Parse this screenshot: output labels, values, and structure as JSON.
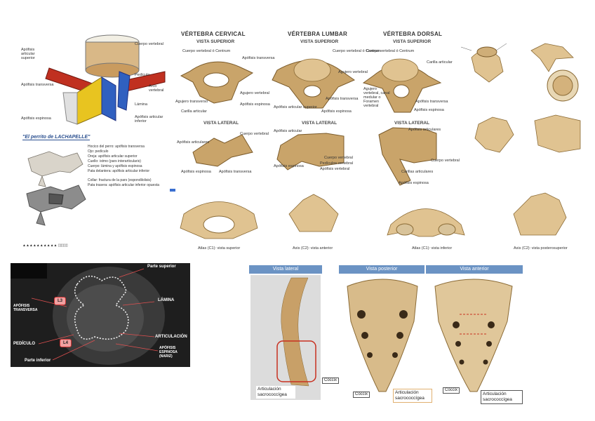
{
  "panel_vertebra": {
    "labels": [
      "Cuerpo vertebral",
      "Apófisis articular superior",
      "Pedículo",
      "Apófisis transversa",
      "Arco vertebral",
      "Lámina",
      "Apófisis espinosa",
      "Apófisis articular inferior"
    ]
  },
  "lachapelle": {
    "title": "\"El perrito de LACHAPELLE\"",
    "notes": [
      "Hocico del perro: apófisis transversa",
      "Ojo: pedículo",
      "Oreja: apófisis articular superior",
      "Cuello: istmo (pars interarticularis)",
      "Cuerpo: lámina y apófisis espinosa",
      "Pata delantera: apófisis articular inferior",
      "Collar: fractura de la pars (espondilolisis)",
      "Pata trasera: apófisis articular inferior opuesta"
    ],
    "footer": "▲▲▲▲▲▲▲▲▲▲ ▯▯▯▯▯"
  },
  "vertebra_types": {
    "columns": [
      {
        "title": "VÉRTEBRA CERVICAL",
        "sup": "VISTA SUPERIOR",
        "lat": "VISTA LATERAL"
      },
      {
        "title": "VÉRTEBRA LUMBAR",
        "sup": "VISTA SUPERIOR",
        "lat": "VISTA LATERAL"
      },
      {
        "title": "VÉRTEBRA DORSAL",
        "sup": "VISTA SUPERIOR",
        "lat": "VISTA LATERAL"
      }
    ],
    "labels": {
      "c1": "Cuerpo vertebral ó Centrum",
      "c2": "Apófisis transversa",
      "c3": "Agujero transverso",
      "c4": "Carilla articular",
      "c5": "Agujero vertebral",
      "c6": "Apófisis espinosa",
      "l1": "Cuerpo vertebral ó Centrum",
      "l2": "Agujero vertebral",
      "l3": "Apófisis transversa",
      "l4": "Apófisis articular superior",
      "l5": "Apófisis espinosa",
      "d1": "Cuerpo vertebral ó Centrum",
      "d2": "Carilla articular",
      "d3": "Agujero vertebral, canal medular o Foramen vertebral",
      "d4": "Apófisis transversa",
      "d5": "Apófisis espinosa",
      "cl1": "Cuerpo vertebral",
      "cl2": "Apófisis articulares",
      "cl3": "Apófisis espinosa",
      "cl4": "Apófisis transversa",
      "ll1": "Apófisis articular",
      "ll2": "Cuerpo vertebral",
      "ll3": "Pedículos vertebral",
      "ll4": "Apófisis espinosa",
      "ll5": "Apófisis vertebral",
      "dl1": "Apófisis articulares",
      "dl2": "Cuerpo vertebral",
      "dl3": "Carillas articulares",
      "dl4": "Apófisis espinosa"
    }
  },
  "atlas_axis": {
    "captions": [
      "Atlas (C1): vista superior",
      "Axis (C2): vista anterior",
      "Atlas (C1): vista inferior",
      "Axis (C2): vista posterosuperior"
    ]
  },
  "xray": {
    "labels": {
      "top": "Parte superior",
      "lamina": "LÁMINA",
      "apof_trans": "APÓFISIS TRANSVERSA",
      "pediculo": "PEDÍCULO",
      "articulacion": "ARTICULACIÓN",
      "apof_esp": "APÓFISIS ESPINOSA (NARIZ)",
      "bottom": "Parte inferior"
    },
    "tags": {
      "l3": "L3",
      "l4": "L4"
    }
  },
  "sacrum": {
    "headers": [
      "Vista lateral",
      "Vista posterior",
      "Vista anterior"
    ],
    "captions": {
      "coccix1": "Cóccix",
      "art1": "Articulación sacrococcígea",
      "coccix2": "Cóccix",
      "art2": "Articulación sacrococcígea",
      "coccix3": "Cóccix",
      "art3": "Articulación sacrococcígea"
    }
  }
}
